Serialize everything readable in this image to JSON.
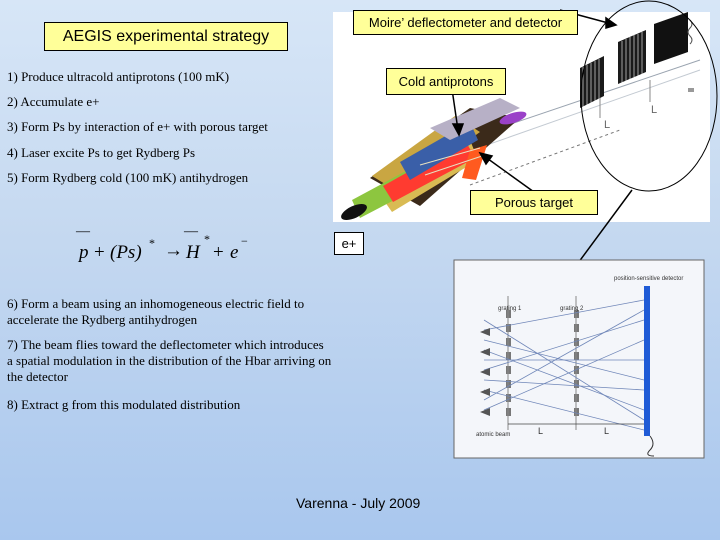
{
  "title": "AEGIS experimental strategy",
  "steps_top": [
    "1) Produce ultracold antiprotons (100 mK)",
    "2) Accumulate e+",
    "3) Form Ps by interaction of e+ with porous target",
    "4) Laser excite Ps to get Rydberg Ps",
    "5) Form Rydberg cold (100 mK) antihydrogen"
  ],
  "steps_bottom": [
    "6) Form a beam using an inhomogeneous electric field to accelerate the Rydberg antihydrogen",
    "7) The beam flies toward the deflectometer which introduces a spatial modulation in the distribution of the Hbar arriving on the detector",
    "8) Extract g from this modulated distribution"
  ],
  "labels": {
    "moire": "Moire’ deflectometer and detector",
    "cold_antiprotons": "Cold antiprotons",
    "porous_target": "Porous target",
    "eplus": "e+"
  },
  "equation": {
    "p": "p",
    "plus1": "+",
    "ps": "(Ps)",
    "star1": "*",
    "arrow": "→",
    "h": "H",
    "star2": "*",
    "plus2": "+",
    "e": "e",
    "minus": "−"
  },
  "diagram": {
    "detector_label": "position-sensitive detector",
    "grating1": "grating 1",
    "grating2": "grating 2",
    "beam_label": "atomic beam",
    "L1": "L",
    "L2": "L"
  },
  "apparatus": {
    "L_label": "L"
  },
  "footer": "Varenna - July 2009",
  "colors": {
    "yellow_box": "#ffff99",
    "detector_blue": "#1f5bd6"
  }
}
